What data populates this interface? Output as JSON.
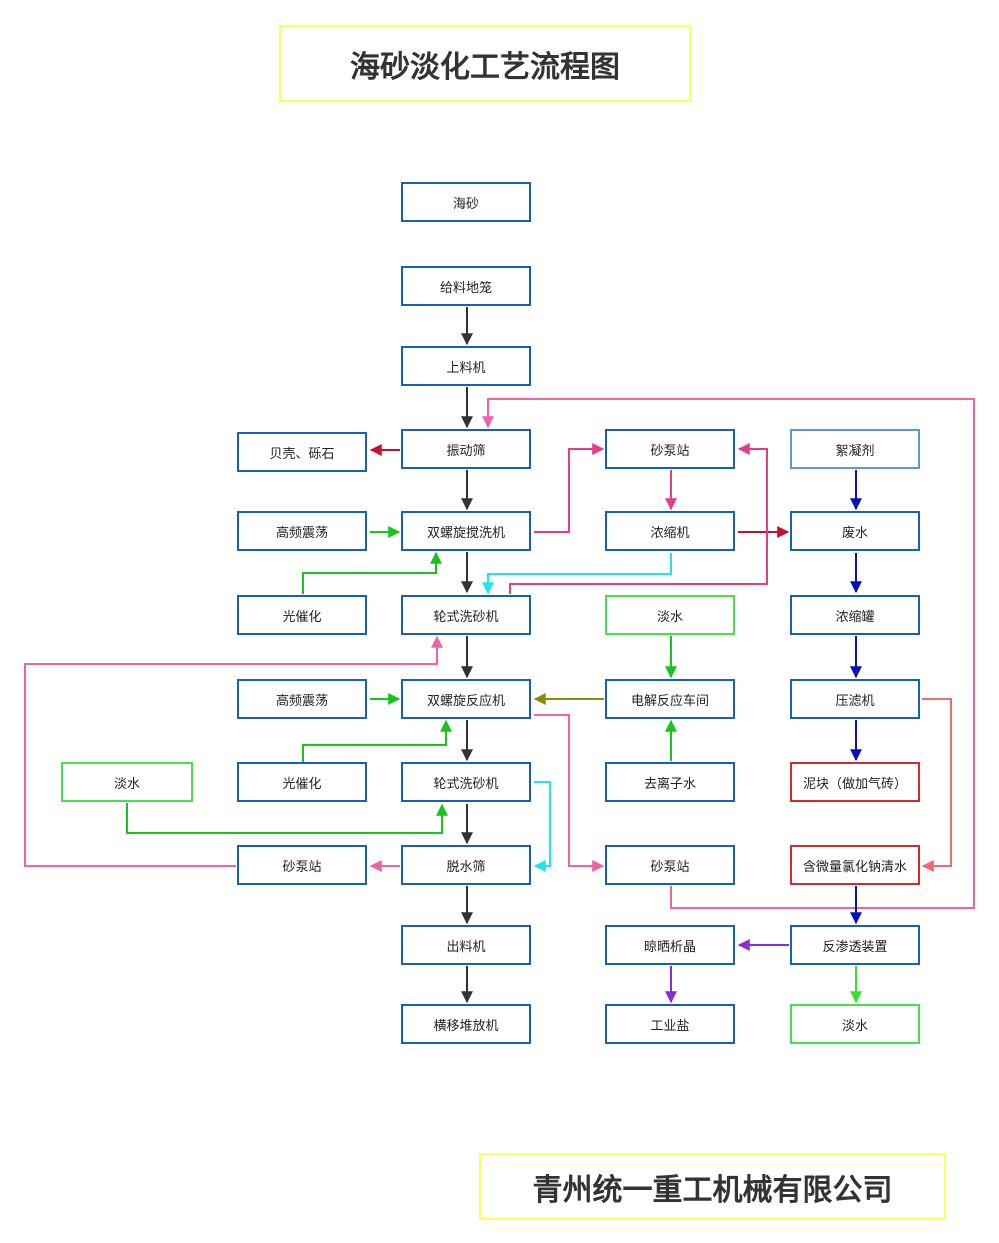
{
  "title": "海砂淡化工艺流程图",
  "company": "青州统一重工机械有限公司",
  "colors": {
    "box_border": "#1560bd",
    "box_green": "#45e14a",
    "box_red": "#d62a2a",
    "title_border": "#ffff55"
  },
  "nodes": {
    "haisha": "海砂",
    "geiliao": "给料地笼",
    "shangliao": "上料机",
    "zhendong": "振动筛",
    "beike": "贝壳、砾石",
    "gaopin1": "高频震荡",
    "shuangluo1": "双螺旋搅洗机",
    "guangcui1": "光催化",
    "lunshi1": "轮式洗砂机",
    "gaopin2": "高频震荡",
    "shuangluo2": "双螺旋反应机",
    "danshui_left": "淡水",
    "guangcui2": "光催化",
    "lunshi2": "轮式洗砂机",
    "shabeng_left": "砂泵站",
    "tuoshui": "脱水筛",
    "chuliao": "出料机",
    "hengyi": "横移堆放机",
    "shabeng_top": "砂泵站",
    "nongsuo": "浓缩机",
    "danshui_mid": "淡水",
    "dianjie": "电解反应车间",
    "quli": "去离子水",
    "shabeng_bottom": "砂泵站",
    "liangshai": "晾晒析晶",
    "gongyeyan": "工业盐",
    "xuning": "絮凝剂",
    "feishui": "废水",
    "nongsuoguan": "浓缩罐",
    "yalv": "压滤机",
    "nikuai": "泥块（做加气砖）",
    "hanwei": "含微量氯化钠清水",
    "fanshentou": "反渗透装置",
    "danshui_right": "淡水"
  }
}
